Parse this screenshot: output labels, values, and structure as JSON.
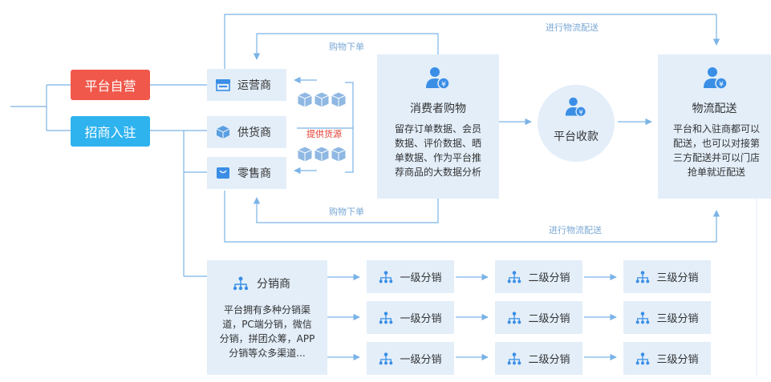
{
  "root": {
    "self_operated": "平台自营",
    "merchants_join": "招商入驻"
  },
  "roles": {
    "operator": "运营商",
    "supplier": "供货商",
    "retailer": "零售商"
  },
  "labels": {
    "provide_goods": "提供货源",
    "shopping_order_top": "购物下单",
    "shopping_order_bottom": "购物下单",
    "logistics_top": "进行物流配送",
    "logistics_bottom": "进行物流配送"
  },
  "consumer": {
    "title": "消费者购物",
    "desc": "留存订单数据、会员数据、评价数据、晒单数据、作为平台推荐商品的大数据分析"
  },
  "payment": {
    "title": "平台收款"
  },
  "logistics": {
    "title": "物流配送",
    "desc": "平台和入驻商都可以配送，也可以对接第三方配送并可以门店抢单就近配送"
  },
  "distributor": {
    "title": "分销商",
    "desc": "平台拥有多种分销渠道，PC端分销，微信分销，拼团众筹，APP分销等众多渠道..."
  },
  "levels": [
    {
      "first": "一级分销",
      "second": "二级分销",
      "third": "三级分销"
    },
    {
      "first": "一级分销",
      "second": "二级分销",
      "third": "三级分销"
    },
    {
      "first": "一级分销",
      "second": "二级分销",
      "third": "三级分销"
    }
  ],
  "colors": {
    "line": "#7ab3e6",
    "box": "#e3eef9",
    "icon": "#3a8ee6",
    "red": "#f0584b",
    "blue": "#2fb3ef"
  }
}
